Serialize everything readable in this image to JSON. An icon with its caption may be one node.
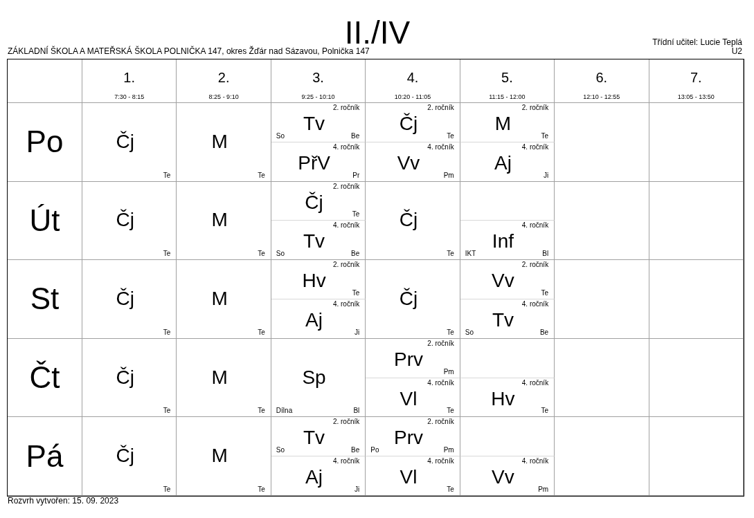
{
  "diagram": {
    "title": "II./IV",
    "nodes": [
      {
        "text": [
          "1.",
          "7:30 - 8:15"
        ]
      },
      {
        "text": [
          "2.",
          "8:25 - 9:10"
        ]
      },
      {
        "text": [
          "3.",
          "9:25 - 10:10"
        ]
      },
      {
        "text": [
          "4.",
          "10:20 - 11:05"
        ]
      },
      {
        "text": [
          "5.",
          "11:15 - 12:00"
        ]
      },
      {
        "text": [
          "6.",
          "12:10 - 12:55"
        ]
      },
      {
        "text": [
          "7.",
          "13:05 - 13:50"
        ]
      },
      {
        "text": [
          "Po"
        ]
      },
      {
        "text": [
          "Čj",
          "Te"
        ]
      },
      {
        "text": [
          "M",
          "Te"
        ]
      },
      {
        "text": [
          "2. ročník",
          "Tv",
          "So",
          "Be"
        ]
      },
      {
        "text": [
          "2. ročník",
          "Čj",
          "Te"
        ]
      },
      {
        "text": [
          "2. ročník",
          "M",
          "Te"
        ]
      },
      {
        "text": [
          "4. ročník",
          "PřV",
          "Pr"
        ]
      },
      {
        "text": [
          "4. ročník",
          "Vv",
          "Pm"
        ]
      },
      {
        "text": [
          "4. ročník",
          "Aj",
          "Ji"
        ]
      },
      {
        "text": [
          "Út"
        ]
      },
      {
        "text": [
          "Čj",
          "Te"
        ]
      },
      {
        "text": [
          "M",
          "Te"
        ]
      },
      {
        "text": [
          "2. ročník",
          "Čj",
          "Te"
        ]
      },
      {
        "text": [
          "Čj",
          "Te"
        ]
      },
      {
        "text": [
          "4. ročník",
          "Tv",
          "So",
          "Be"
        ]
      },
      {
        "text": [
          "4. ročník",
          "Inf",
          "IKT",
          "Bl"
        ]
      },
      {
        "text": [
          "St"
        ]
      },
      {
        "text": [
          "Čj",
          "Te"
        ]
      },
      {
        "text": [
          "M",
          "Te"
        ]
      },
      {
        "text": [
          "2. ročník",
          "Hv",
          "Te"
        ]
      },
      {
        "text": [
          "Čj",
          "Te"
        ]
      },
      {
        "text": [
          "2. ročník",
          "Vv",
          "Te"
        ]
      },
      {
        "text": [
          "4. ročník",
          "Aj",
          "Ji"
        ]
      },
      {
        "text": [
          "4. ročník",
          "Tv",
          "So",
          "Be"
        ]
      },
      {
        "text": [
          "Čt"
        ]
      },
      {
        "text": [
          "Čj",
          "Te"
        ]
      },
      {
        "text": [
          "M",
          "Te"
        ]
      },
      {
        "text": [
          "Sp",
          "Dílna",
          "Bl"
        ]
      },
      {
        "text": [
          "2. ročník",
          "Prv",
          "Pm"
        ]
      },
      {
        "text": [
          "4. ročník",
          "Vl",
          "Te"
        ]
      },
      {
        "text": [
          "4. ročník",
          "Hv",
          "Te"
        ]
      },
      {
        "text": [
          "Pá"
        ]
      },
      {
        "text": [
          "Čj",
          "Te"
        ]
      },
      {
        "text": [
          "M",
          "Te"
        ]
      },
      {
        "text": [
          "2. ročník",
          "Tv",
          "So",
          "Be"
        ]
      },
      {
        "text": [
          "2. ročník",
          "Prv",
          "Po",
          "Pm"
        ]
      },
      {
        "text": [
          "4. ročník",
          "Aj",
          "Ji"
        ]
      },
      {
        "text": [
          "4. ročník",
          "Vl",
          "Te"
        ]
      },
      {
        "text": [
          "4. ročník",
          "Vv",
          "Pm"
        ]
      }
    ],
    "labels": [
      "ZÁKLADNÍ ŠKOLA A MATEŘSKÁ ŠKOLA POLNIČKA 147, okres Žďár nad Sázavou, Polnička 147",
      "Třídní učitel: Lucie Teplá",
      "U2",
      "Rozvrh vytvořen: 15. 09. 2023"
    ]
  }
}
